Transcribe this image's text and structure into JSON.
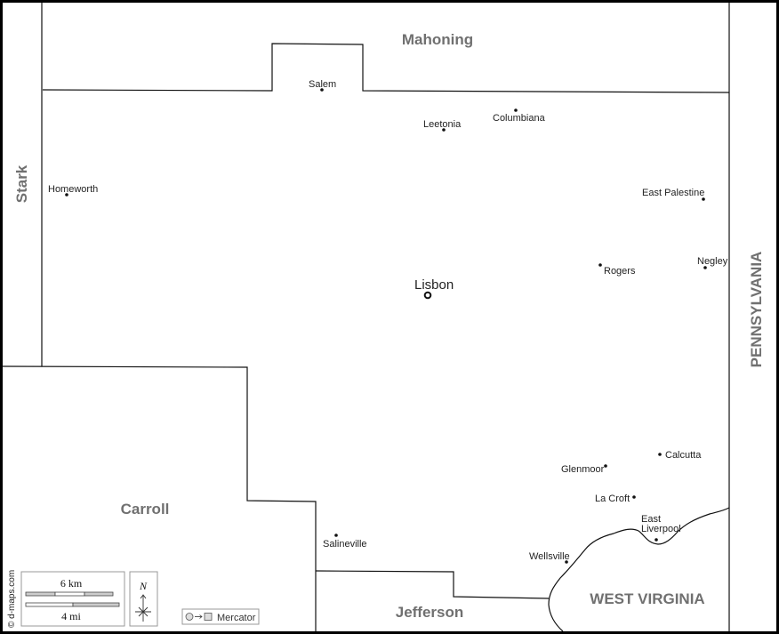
{
  "map": {
    "regions": {
      "mahoning": "Mahoning",
      "stark": "Stark",
      "pennsylvania": "PENNSYLVANIA",
      "carroll": "Carroll",
      "jefferson": "Jefferson",
      "west_virginia": "WEST VIRGINIA"
    },
    "county_seat": {
      "name": "Lisbon",
      "icon": "county-seat-circle-icon"
    },
    "cities": [
      {
        "id": "salem",
        "name": "Salem"
      },
      {
        "id": "leetonia",
        "name": "Leetonia"
      },
      {
        "id": "columbiana",
        "name": "Columbiana"
      },
      {
        "id": "homeworth",
        "name": "Homeworth"
      },
      {
        "id": "east-palestine",
        "name": "East Palestine"
      },
      {
        "id": "rogers",
        "name": "Rogers"
      },
      {
        "id": "negley",
        "name": "Negley"
      },
      {
        "id": "calcutta",
        "name": "Calcutta"
      },
      {
        "id": "glenmoor",
        "name": "Glenmoor"
      },
      {
        "id": "la-croft",
        "name": "La Croft"
      },
      {
        "id": "east-liverpool-1",
        "name": "East"
      },
      {
        "id": "east-liverpool-2",
        "name": "Liverpool"
      },
      {
        "id": "salineville",
        "name": "Salineville"
      },
      {
        "id": "wellsville",
        "name": "Wellsville"
      }
    ]
  },
  "legend": {
    "scale_km": "6 km",
    "scale_mi": "4 mi",
    "north": "N",
    "projection": "Mercator",
    "projection_icon": "circle-to-square-icon",
    "credit": "© d-maps.com"
  }
}
